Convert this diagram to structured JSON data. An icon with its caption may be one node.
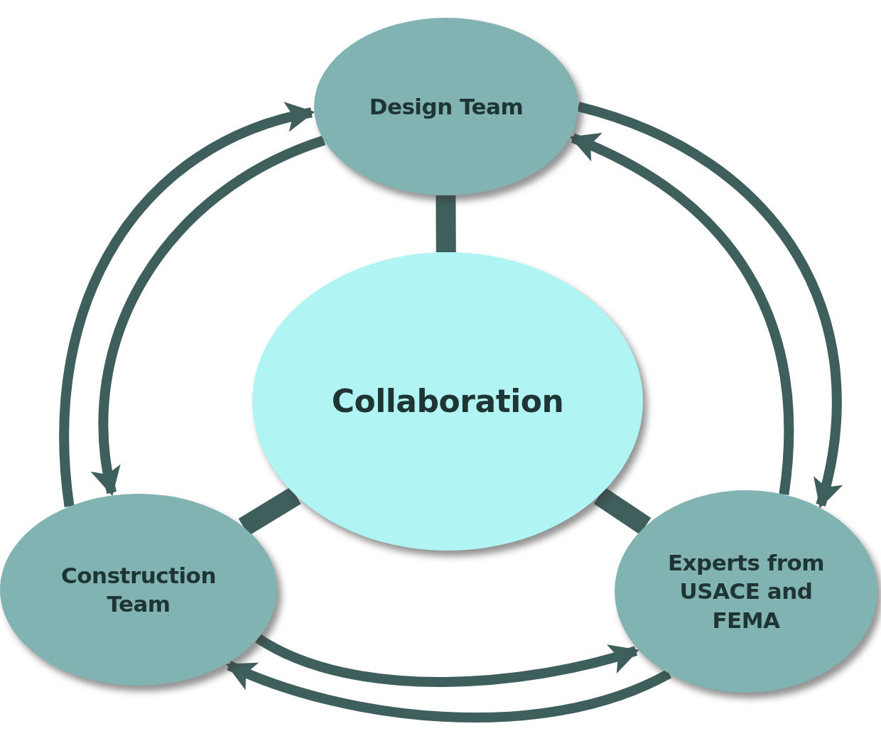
{
  "diagram": {
    "nodes": [
      {
        "text": [
          "Design Team"
        ]
      },
      {
        "text": [
          "Collaboration"
        ]
      },
      {
        "text": [
          "Construction Team"
        ]
      },
      {
        "text": [
          "Experts from USACE and FEMA"
        ]
      }
    ],
    "edges": [
      {
        "from": 1,
        "to": 0,
        "arrow": "none",
        "style": "thick"
      },
      {
        "from": 1,
        "to": 2,
        "arrow": "none",
        "style": "thick"
      },
      {
        "from": 1,
        "to": 3,
        "arrow": "none",
        "style": "thick"
      },
      {
        "from": 2,
        "to": 0,
        "arrow": "to"
      },
      {
        "from": 0,
        "to": 2,
        "arrow": "to"
      },
      {
        "from": 0,
        "to": 3,
        "arrow": "to"
      },
      {
        "from": 3,
        "to": 0,
        "arrow": "to"
      },
      {
        "from": 2,
        "to": 3,
        "arrow": "to"
      },
      {
        "from": 3,
        "to": 2,
        "arrow": "to"
      }
    ]
  }
}
